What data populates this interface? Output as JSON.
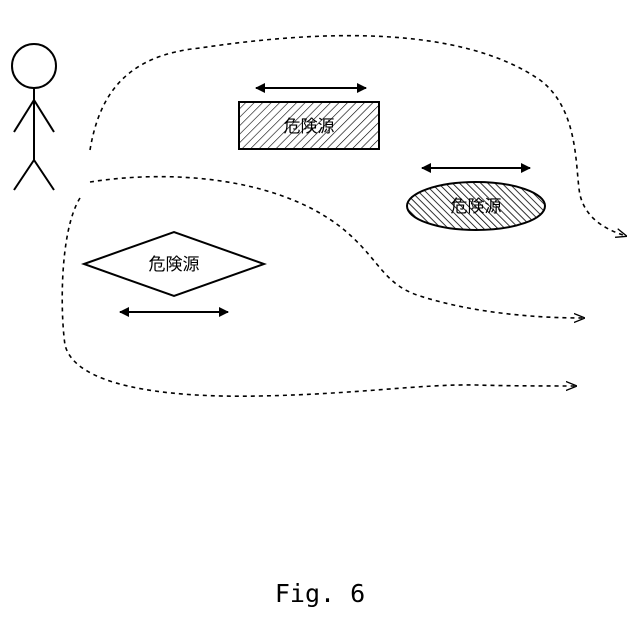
{
  "hazards": [
    {
      "id": "rect",
      "label": "危険源"
    },
    {
      "id": "ellipse",
      "label": "危険源"
    },
    {
      "id": "diamond",
      "label": "危険源"
    }
  ],
  "caption": "Fig. 6",
  "colors": {
    "stroke": "#000000",
    "background": "#ffffff"
  }
}
